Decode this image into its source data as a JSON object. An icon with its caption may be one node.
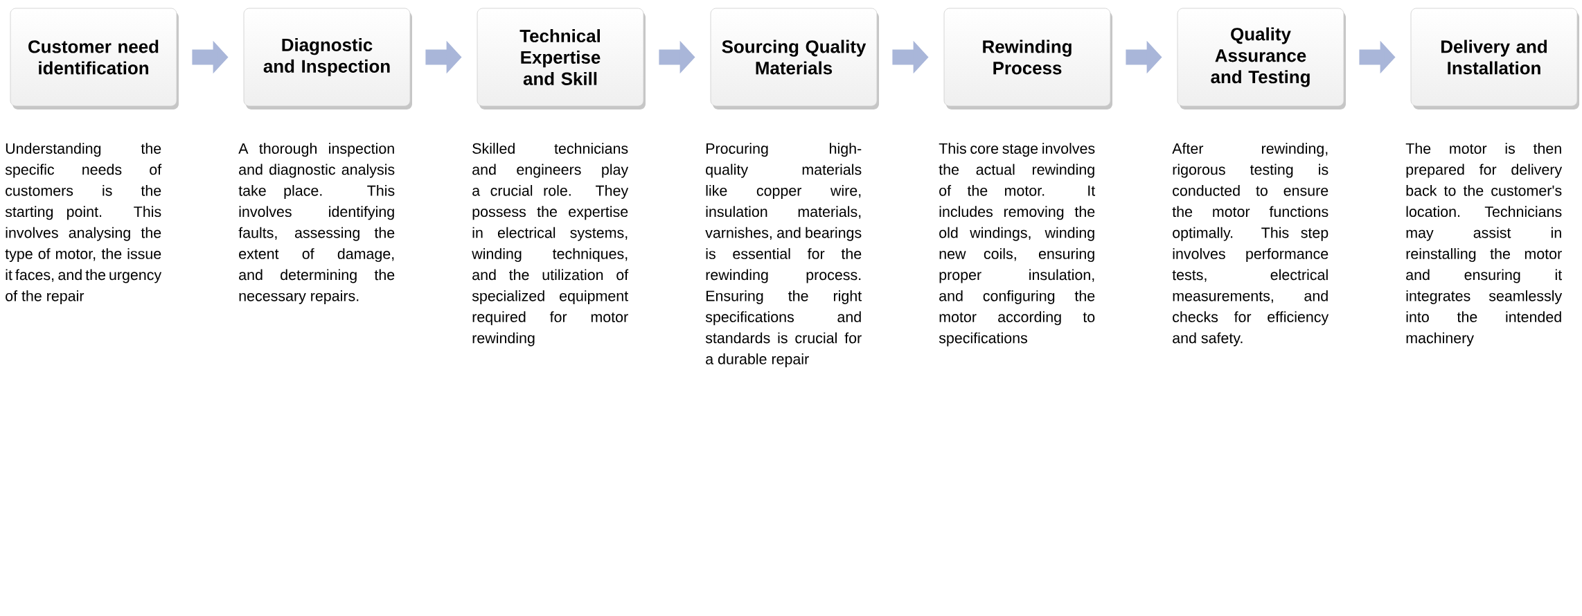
{
  "diagram": {
    "nodes": [
      {
        "text": [
          "Customer need identification"
        ],
        "beside": [
          "Understanding the specific needs of customers is the starting point. This involves analysing the type of motor, the issue it faces, and the urgency of the repair"
        ]
      },
      {
        "text": [
          "Diagnostic and Inspection"
        ],
        "beside": [
          "A thorough inspection and diagnostic analysis take place. This involves identifying faults, assessing the extent of damage, and determining the necessary repairs."
        ]
      },
      {
        "text": [
          "Technical Expertise and Skill"
        ],
        "beside": [
          "Skilled technicians and engineers play a crucial role. They possess the expertise in electrical systems, winding techniques, and the utilization of specialized equipment required for motor rewinding"
        ]
      },
      {
        "text": [
          "Sourcing Quality Materials"
        ],
        "beside": [
          "Procuring high-quality materials like copper wire, insulation materials, varnishes, and bearings is essential for the rewinding process. Ensuring the right specifications and standards is crucial for a durable repair"
        ]
      },
      {
        "text": [
          "Rewinding Process"
        ],
        "beside": [
          "This core stage involves the actual rewinding of the motor. It includes removing the old windings, winding new coils, ensuring proper insulation, and configuring the motor according to specifications"
        ]
      },
      {
        "text": [
          "Quality Assurance and Testing"
        ],
        "beside": [
          "After rewinding, rigorous testing is conducted to ensure the motor functions optimally. This step involves performance tests, electrical measurements, and checks for efficiency and safety."
        ]
      },
      {
        "text": [
          "Delivery and Installation"
        ],
        "beside": [
          "The motor is then prepared for delivery back to the customer's location. Technicians may assist in reinstalling the motor and ensuring it integrates seamlessly into the intended machinery"
        ]
      }
    ],
    "edges": [
      {
        "from": 0,
        "to": 1,
        "arrow": "to"
      },
      {
        "from": 1,
        "to": 2,
        "arrow": "to"
      },
      {
        "from": 2,
        "to": 3,
        "arrow": "to"
      },
      {
        "from": 3,
        "to": 4,
        "arrow": "to"
      },
      {
        "from": 4,
        "to": 5,
        "arrow": "to"
      },
      {
        "from": 5,
        "to": 6,
        "arrow": "to"
      }
    ]
  }
}
